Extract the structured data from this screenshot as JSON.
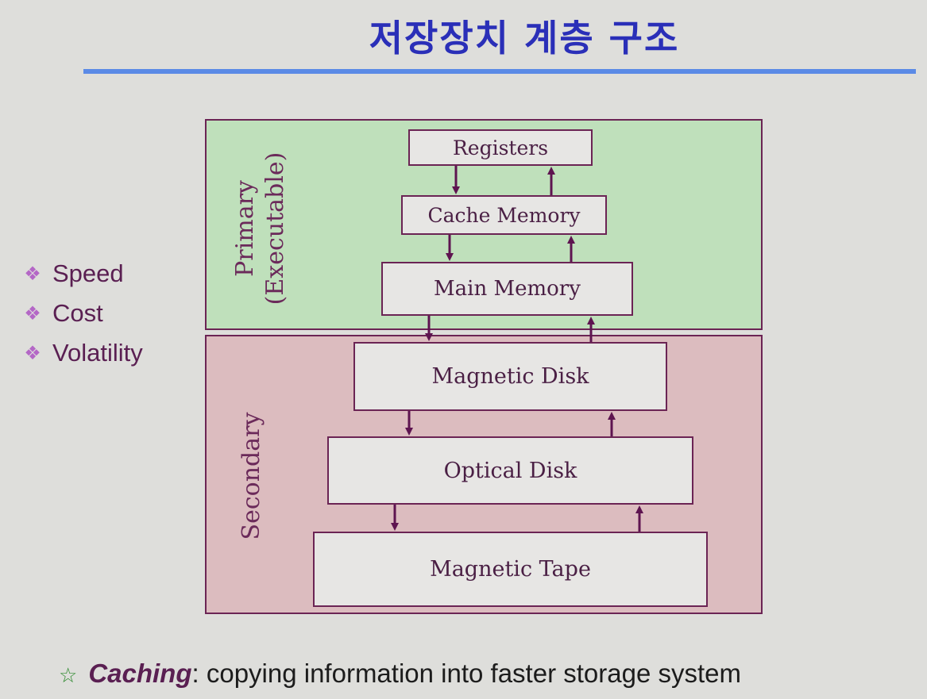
{
  "title": "저장장치 계층 구조",
  "diagram": {
    "primary_label": "Primary",
    "primary_sublabel": "(Executable)",
    "secondary_label": "Secondary",
    "levels": {
      "registers": "Registers",
      "cache": "Cache Memory",
      "main_memory": "Main Memory",
      "magnetic_disk": "Magnetic Disk",
      "optical_disk": "Optical Disk",
      "magnetic_tape": "Magnetic Tape"
    }
  },
  "bullets": [
    "Speed",
    "Cost",
    "Volatility"
  ],
  "bullet_icon": "diamond-bullet-icon",
  "footer": {
    "icon": "star-outline-icon",
    "term": "Caching",
    "text": ": copying information into faster storage system"
  },
  "colors": {
    "title": "#2a2fb8",
    "rule": "#5b8ae6",
    "primary_region": "#bfe0bb",
    "secondary_region": "#dcbcbf",
    "box_border": "#6b2454",
    "arrow": "#5e1450"
  }
}
